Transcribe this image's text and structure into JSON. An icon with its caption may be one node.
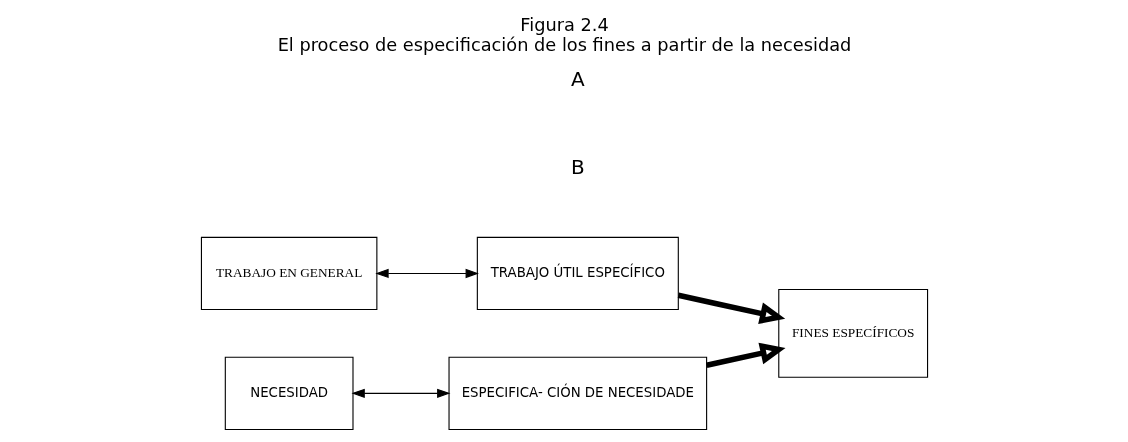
{
  "diagram": {
    "title": "Figura 2.4",
    "caption": "El proceso de especificación de los fines a partir de la necesidad",
    "nodes": [
      {
        "text": [
          "TRABAJO EN GENERAL"
        ]
      },
      {
        "text": [
          "TRABAJO ÚTIL ESPECÍFICO"
        ]
      },
      {
        "text": [
          "NECESIDAD"
        ]
      },
      {
        "text": [
          "ESPECIFICA- CIÓN DE NECESIDADE"
        ]
      },
      {
        "text": [
          "FINES ESPECÍFICOS"
        ]
      }
    ],
    "edges": [
      {
        "from": 0,
        "to": 1,
        "arrow": "both"
      },
      {
        "from": 2,
        "to": 3,
        "arrow": "both"
      },
      {
        "from": 1,
        "to": 4,
        "arrow": "to",
        "style": "thick"
      },
      {
        "from": 3,
        "to": 4,
        "arrow": "to",
        "style": "thick"
      }
    ],
    "labels": [
      "A",
      "B"
    ]
  }
}
